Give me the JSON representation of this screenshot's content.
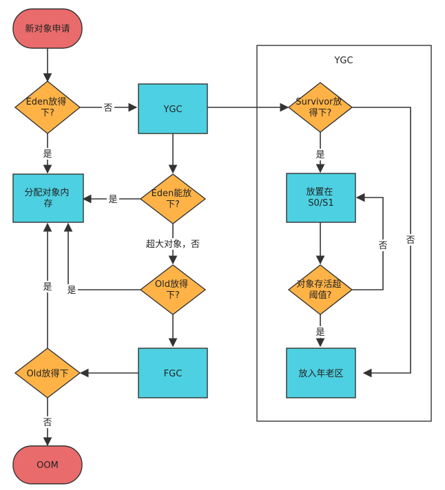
{
  "colors": {
    "terminal": "#ea6b6b",
    "decision": "#ffb347",
    "process": "#4dd0e1",
    "stroke": "#333333",
    "container_stroke": "#333333"
  },
  "container": {
    "label": "YGC"
  },
  "nodes": {
    "start": {
      "lines": [
        "新对象申请"
      ]
    },
    "eden1": {
      "lines": [
        "Eden放得",
        "下?"
      ]
    },
    "ygc": {
      "lines": [
        "YGC"
      ]
    },
    "alloc": {
      "lines": [
        "分配对象内",
        "存"
      ]
    },
    "eden2": {
      "lines": [
        "Eden能放",
        "下?"
      ]
    },
    "old1": {
      "lines": [
        "Old放得",
        "下?"
      ]
    },
    "fgc": {
      "lines": [
        "FGC"
      ]
    },
    "old2": {
      "lines": [
        "Old放得下"
      ]
    },
    "oom": {
      "lines": [
        "OOM"
      ]
    },
    "surv": {
      "lines": [
        "Survivor放",
        "得下?"
      ]
    },
    "s0s1": {
      "lines": [
        "放置在",
        "S0/S1"
      ]
    },
    "thresh": {
      "lines": [
        "对象存活超",
        "阈值?"
      ]
    },
    "old_gen": {
      "lines": [
        "放入年老区"
      ]
    }
  },
  "edge_labels": {
    "eden1_no": "否",
    "eden1_yes": "是",
    "eden2_yes": "是",
    "eden2_no": "超大对象，否",
    "old1_yes": "是",
    "old2_yes": "是",
    "old2_no": "否",
    "surv_yes": "是",
    "surv_no": "否",
    "thresh_no": "否",
    "thresh_yes": "是"
  }
}
